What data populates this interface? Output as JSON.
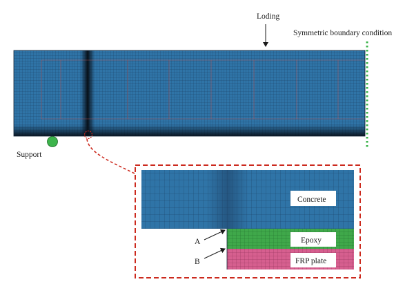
{
  "labels": {
    "loading": "Loding",
    "symmetric": "Symmetric boundary condition",
    "support": "Support",
    "concrete": "Concrete",
    "epoxy": "Epoxy",
    "frp": "FRP plate",
    "point_a": "A",
    "point_b": "B"
  },
  "colors": {
    "concrete_mesh": "#2f74a7",
    "mesh_line": "#1d3f63",
    "epoxy_mesh": "#3fa84a",
    "frp_mesh": "#d65f8f",
    "detail_border": "#cc2a1e",
    "support_fill": "#3cb44b",
    "symmetry_line": "#3cb44b"
  }
}
